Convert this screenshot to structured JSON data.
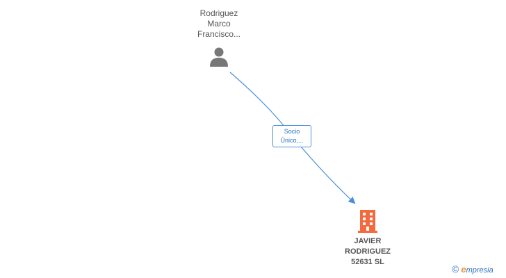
{
  "person": {
    "name_lines": [
      "Rodriguez",
      "Marco",
      "Francisco..."
    ],
    "icon": "person-icon",
    "color": "#777777"
  },
  "relation": {
    "label_lines": [
      "Socio",
      "Único,..."
    ],
    "line_color": "#4a8fd8"
  },
  "company": {
    "name_lines": [
      "JAVIER",
      "RODRIGUEZ",
      "52631 SL"
    ],
    "icon": "building-icon",
    "color": "#f26a3d"
  },
  "watermark": {
    "copyright": "©",
    "e_letter": "e",
    "brand": "mpresia"
  }
}
